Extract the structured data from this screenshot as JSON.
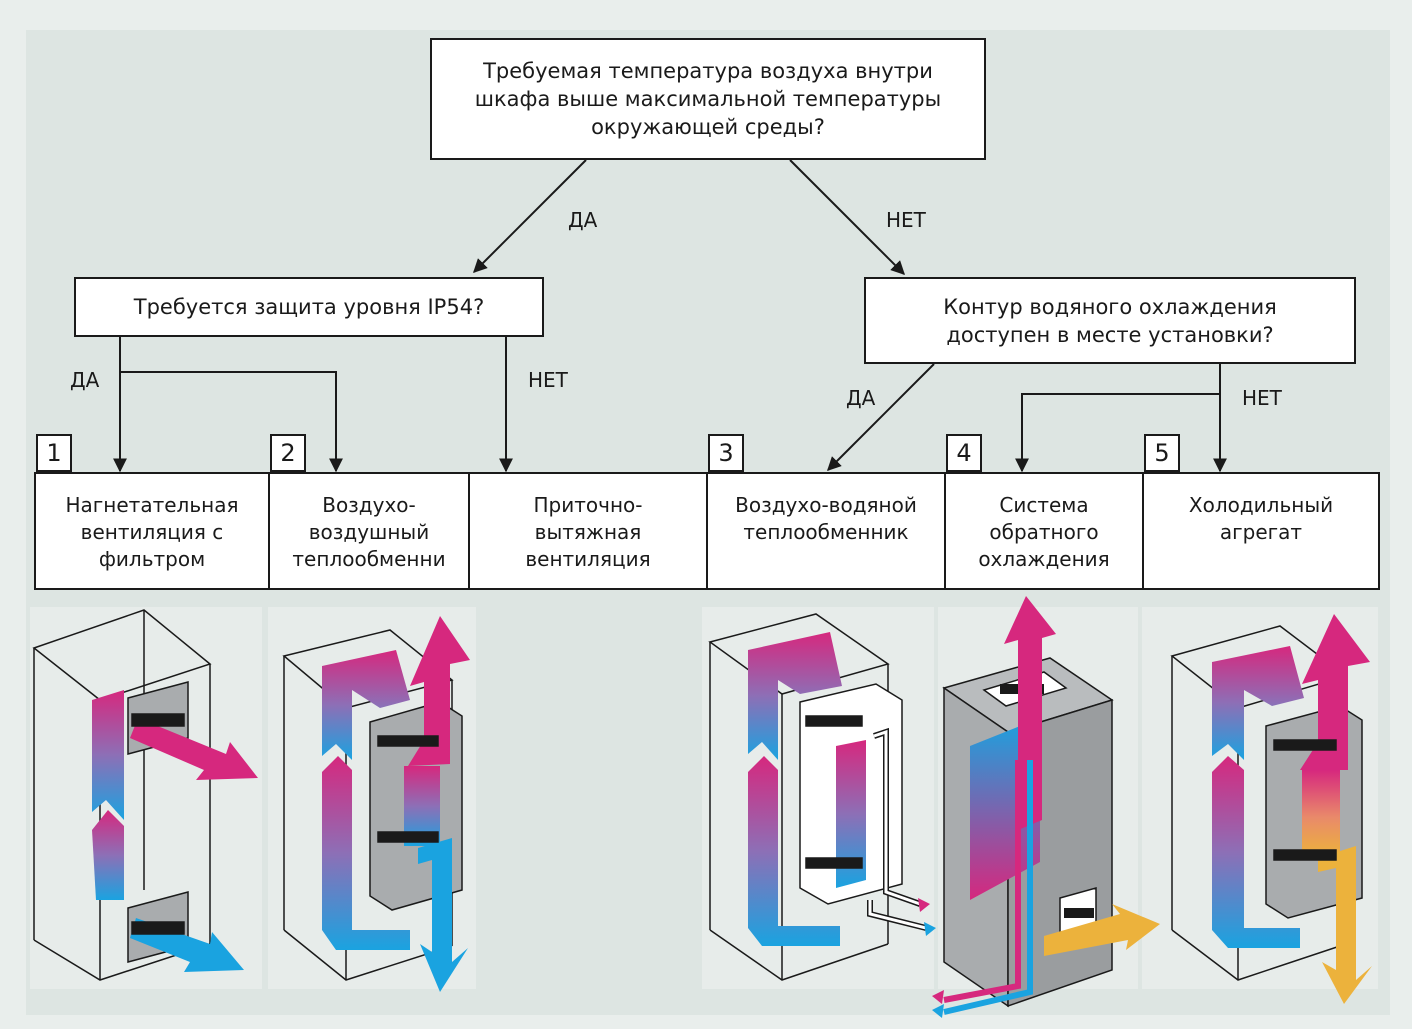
{
  "questions": {
    "top": "Требуемая температура воздуха внутри\nшкафа выше максимальной температуры\nокружающей среды?",
    "left": "Требуется защита уровня IP54?",
    "right": "Контур водяного охлаждения\nдоступен в месте установки?"
  },
  "labels": {
    "top_yes": "ДА",
    "top_no": "НЕТ",
    "left_yes": "ДА",
    "left_no": "НЕТ",
    "right_yes": "ДА",
    "right_no": "НЕТ"
  },
  "options": [
    {
      "number": "1",
      "text": "Нагнетательная\nвентиляция с\nфильтром"
    },
    {
      "number": "2",
      "text": "Воздухо-\nвоздушный\nтеплообменни"
    },
    {
      "number": "",
      "text": "Приточно-\nвытяжная\nвентиляция"
    },
    {
      "number": "3",
      "text": "Воздухо-водяной\nтеплообменник"
    },
    {
      "number": "4",
      "text": "Система\nобратного\nохлаждения"
    },
    {
      "number": "5",
      "text": "Холодильный\nагрегат"
    }
  ],
  "colors": {
    "hot": "#d6287e",
    "mid": "#8d6fb6",
    "cold": "#1aa3e0",
    "warm": "#ecb23c",
    "unit": "#a9acae",
    "line": "#1a1a1a"
  }
}
